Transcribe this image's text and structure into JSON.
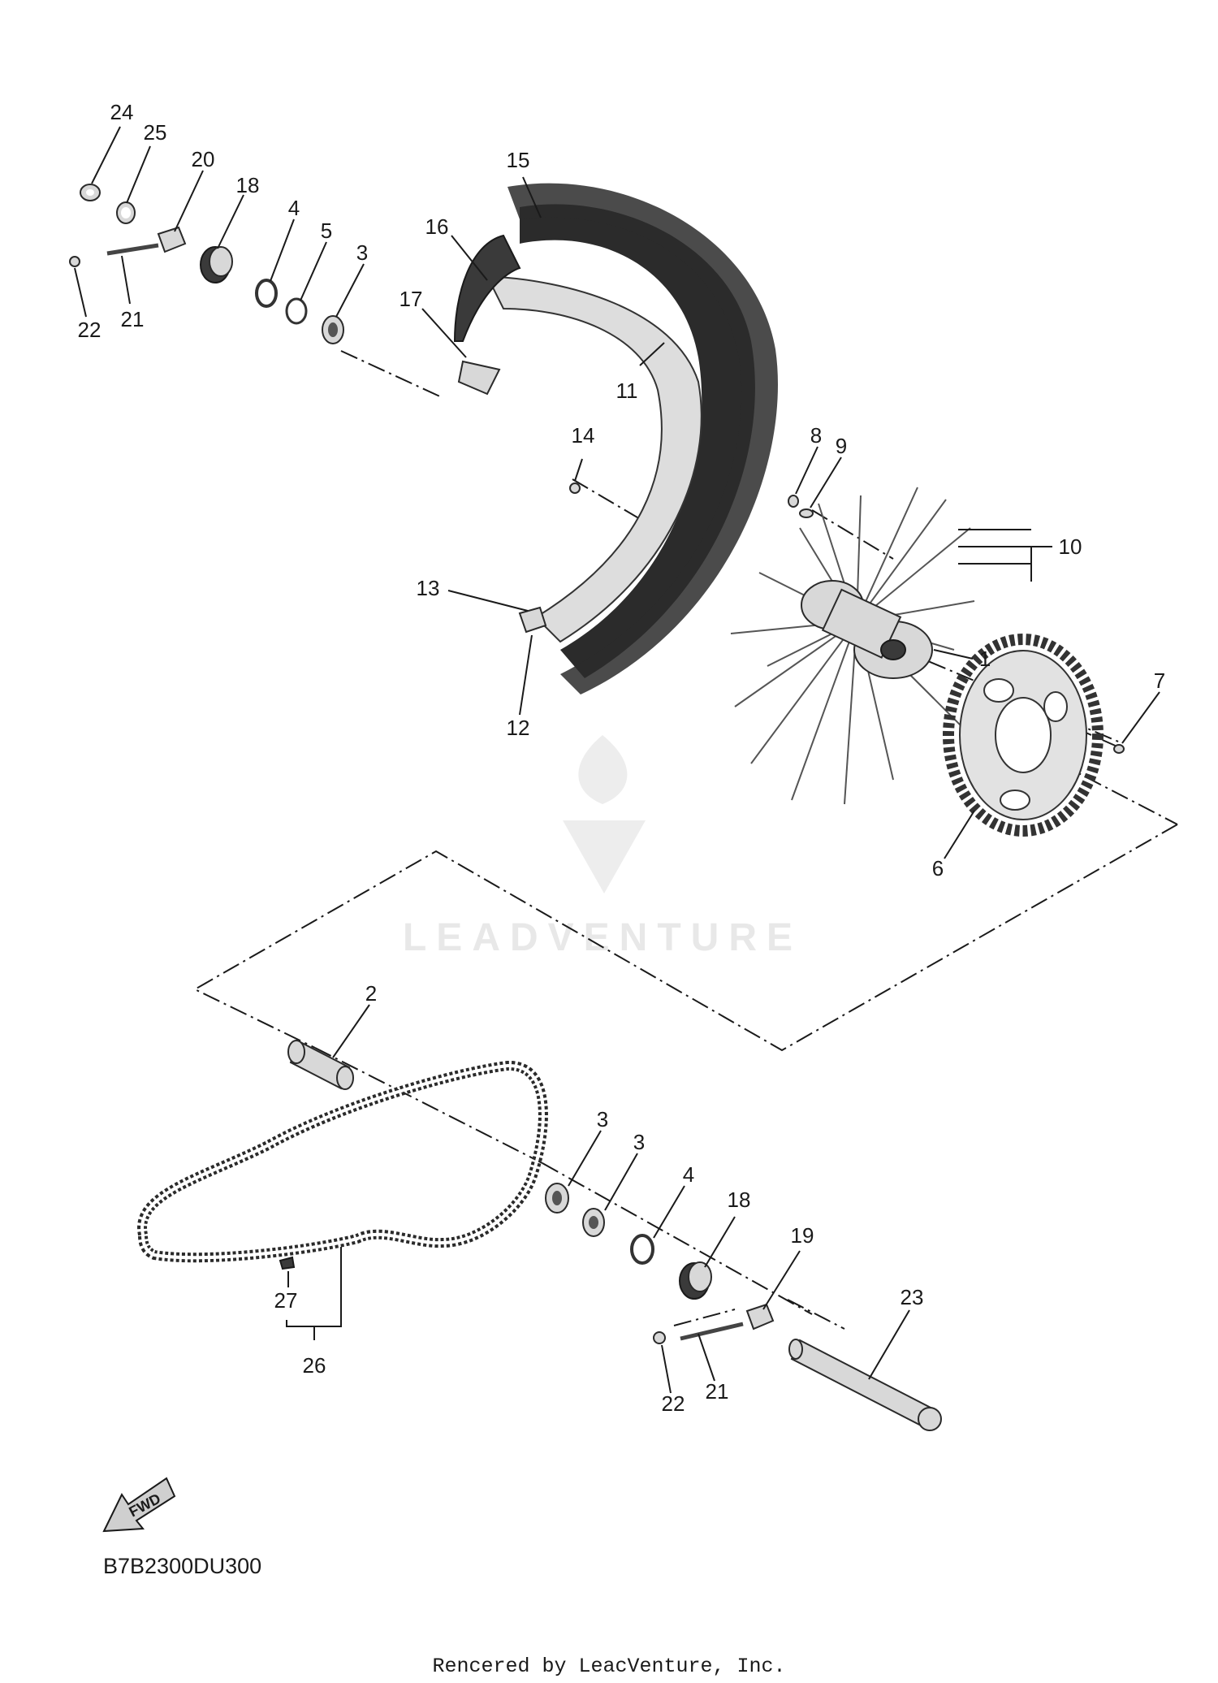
{
  "diagram_code": "B7B2300DU300",
  "fwd_label": "FWD",
  "footer": "Rencered by LeacVenture, Inc.",
  "watermark": "LEADVENTURE",
  "callouts": [
    {
      "id": "c24a",
      "label": "24"
    },
    {
      "id": "c25a",
      "label": "25"
    },
    {
      "id": "c20",
      "label": "20"
    },
    {
      "id": "c18a",
      "label": "18"
    },
    {
      "id": "c4a",
      "label": "4"
    },
    {
      "id": "c5",
      "label": "5"
    },
    {
      "id": "c3a",
      "label": "3"
    },
    {
      "id": "c22a",
      "label": "22"
    },
    {
      "id": "c21a",
      "label": "21"
    },
    {
      "id": "c15",
      "label": "15"
    },
    {
      "id": "c16",
      "label": "16"
    },
    {
      "id": "c17",
      "label": "17"
    },
    {
      "id": "c11",
      "label": "11"
    },
    {
      "id": "c14",
      "label": "14"
    },
    {
      "id": "c13",
      "label": "13"
    },
    {
      "id": "c12",
      "label": "12"
    },
    {
      "id": "c8",
      "label": "8"
    },
    {
      "id": "c9",
      "label": "9"
    },
    {
      "id": "c10",
      "label": "10"
    },
    {
      "id": "c1",
      "label": "1"
    },
    {
      "id": "c7",
      "label": "7"
    },
    {
      "id": "c6",
      "label": "6"
    },
    {
      "id": "c2",
      "label": "2"
    },
    {
      "id": "c3b",
      "label": "3"
    },
    {
      "id": "c3c",
      "label": "3"
    },
    {
      "id": "c4b",
      "label": "4"
    },
    {
      "id": "c18b",
      "label": "18"
    },
    {
      "id": "c19",
      "label": "19"
    },
    {
      "id": "c23",
      "label": "23"
    },
    {
      "id": "c27",
      "label": "27"
    },
    {
      "id": "c26",
      "label": "26"
    },
    {
      "id": "c22b",
      "label": "22"
    },
    {
      "id": "c21b",
      "label": "21"
    }
  ]
}
